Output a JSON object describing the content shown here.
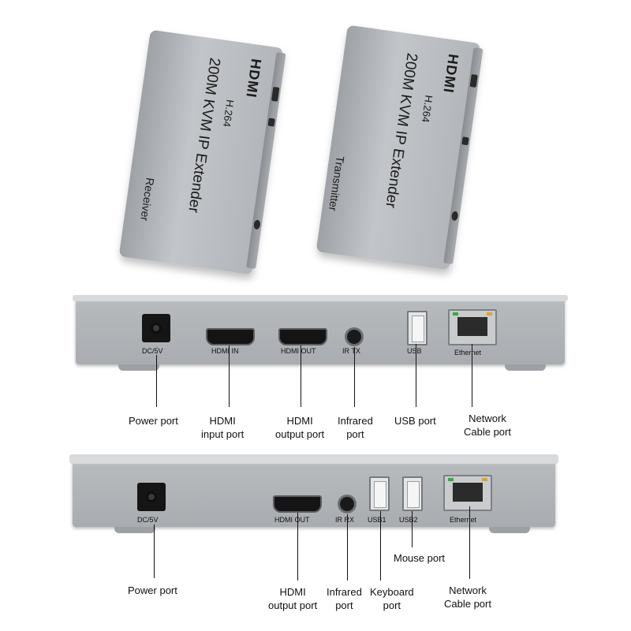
{
  "receiver_box": {
    "logo": "HDMI",
    "model": "200M KVM IP Extender",
    "codec": "H.264",
    "role": "Receiver"
  },
  "transmitter_box": {
    "logo": "HDMI",
    "model": "200M KVM IP Extender",
    "codec": "H.264",
    "role": "Transmitter"
  },
  "panel_top": {
    "ports": {
      "dc": "DC/5V",
      "hdmi_in": "HDMI IN",
      "hdmi_out": "HDMI OUT",
      "ir": "IR TX",
      "usb": "USB",
      "ethernet": "Ethernet"
    },
    "callouts": {
      "power": "Power port",
      "hdmi_in_1": "HDMI",
      "hdmi_in_2": "input port",
      "hdmi_out_1": "HDMI",
      "hdmi_out_2": "output port",
      "ir_1": "Infrared",
      "ir_2": "port",
      "usb": "USB port",
      "net_1": "Network",
      "net_2": "Cable port"
    }
  },
  "panel_bottom": {
    "ports": {
      "dc": "DC/5V",
      "hdmi_out": "HDMI OUT",
      "ir": "IR RX",
      "usb1": "USB1",
      "usb2": "USB2",
      "ethernet": "Ethernet"
    },
    "callouts": {
      "power": "Power port",
      "hdmi_out_1": "HDMI",
      "hdmi_out_2": "output port",
      "ir_1": "Infrared",
      "ir_2": "port",
      "mouse": "Mouse port",
      "keyboard_1": "Keyboard",
      "keyboard_2": "port",
      "net_1": "Network",
      "net_2": "Cable port"
    }
  },
  "colors": {
    "chassis": "#b2b5b9",
    "led_green": "#3aa845",
    "led_amber": "#e0a22a"
  }
}
